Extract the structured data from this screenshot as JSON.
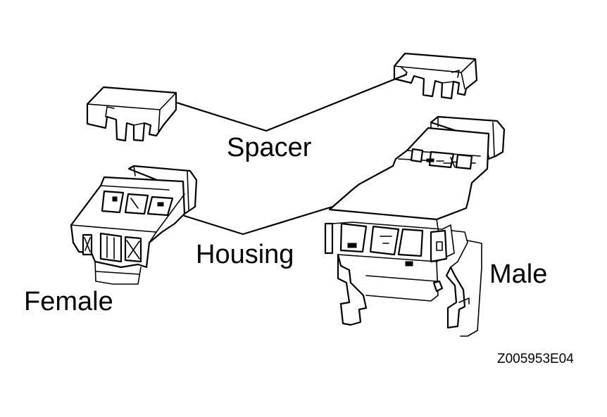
{
  "labels": {
    "spacer": "Spacer",
    "housing": "Housing",
    "male": "Male",
    "female": "Female",
    "figure_code": "Z005953E04"
  },
  "colors": {
    "line": "#000000",
    "background": "#ffffff"
  }
}
